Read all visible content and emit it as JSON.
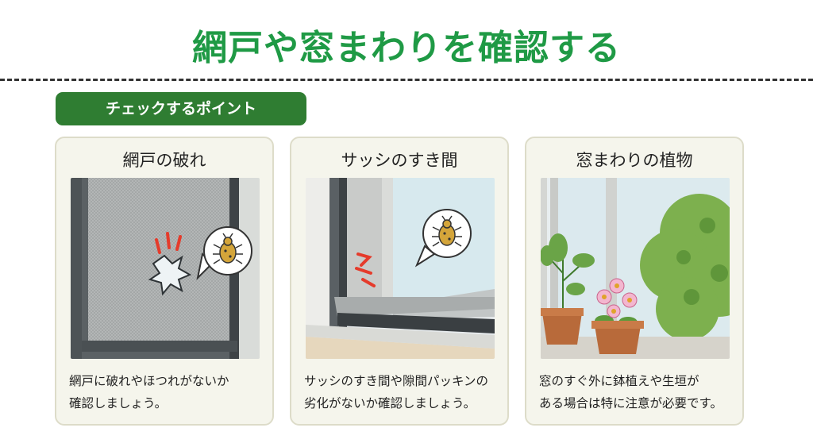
{
  "title": "網戸や窓まわりを確認する",
  "badge": "チェックするポイント",
  "cards": [
    {
      "title": "網戸の破れ",
      "description": "網戸に破れやほつれがないか\n確認しましょう。"
    },
    {
      "title": "サッシのすき間",
      "description": "サッシのすき間や隙間パッキンの\n劣化がないか確認しましょう。"
    },
    {
      "title": "窓まわりの植物",
      "description": "窓のすぐ外に鉢植えや生垣が\nある場合は特に注意が必要です。"
    }
  ],
  "colors": {
    "title_green": "#1f9a45",
    "badge_green": "#2f7d32",
    "card_bg": "#f5f5ec",
    "alert_red": "#e53b2b"
  },
  "icons": [
    "bug-icon",
    "torn-net-icon",
    "alert-marks-icon"
  ]
}
